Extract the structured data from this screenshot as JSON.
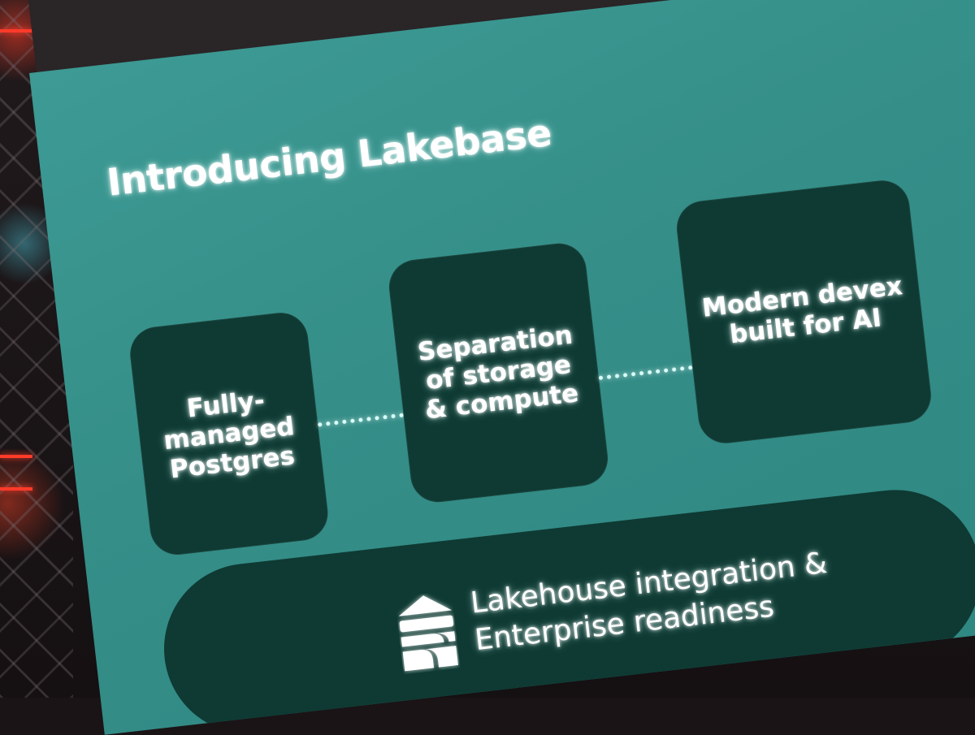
{
  "slide": {
    "title": "Introducing Lakebase",
    "cards": [
      {
        "label": "Fully-managed Postgres"
      },
      {
        "label": "Separation of storage & compute"
      },
      {
        "label": "Modern devex built for AI"
      }
    ],
    "base": {
      "line1": "Lakehouse integration &",
      "line2": "Enterprise readiness",
      "icon": "lakehouse-logo-icon"
    }
  },
  "colors": {
    "screen_background": "#358e88",
    "card_background": "#0e3a33",
    "text": "#ffffff"
  }
}
